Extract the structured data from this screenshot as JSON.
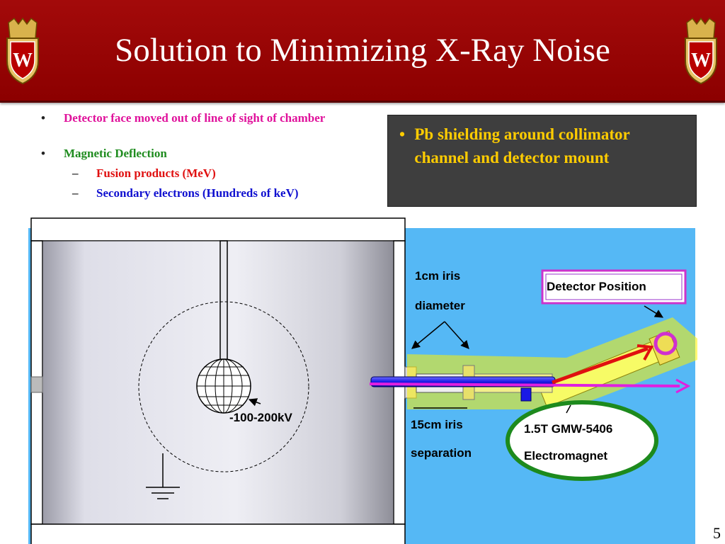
{
  "slide": {
    "title": "Solution to Minimizing X-Ray Noise",
    "page_number": "5"
  },
  "left_bullets": [
    {
      "text": "Detector face moved out of line of sight of chamber",
      "level": 1,
      "color": "#e0119b"
    },
    {
      "text": "Magnetic Deflection",
      "level": 1,
      "color": "#1f8c1f"
    },
    {
      "text": "Fusion products (MeV)",
      "level": 2,
      "color": "#e01010"
    },
    {
      "text": "Secondary electrons (Hundreds of keV)",
      "level": 2,
      "color": "#1010d0"
    }
  ],
  "right_box": {
    "text": "Pb shielding around collimator channel and detector mount",
    "color": "#ffcc00"
  },
  "diagram": {
    "voltage_label": "-100-200kV",
    "iris_diameter": [
      "1cm iris",
      "diameter"
    ],
    "iris_separation": [
      "15cm iris",
      "separation"
    ],
    "detector_position": "Detector Position",
    "magnet": [
      "1.5T GMW-5406",
      "Electromagnet"
    ]
  },
  "colors": {
    "header_red": "#9b0000",
    "diagram_bg": "#55b8f5",
    "magnet_ring": "#1d8a1d",
    "detector_box": "#cc33cc",
    "beam_blue": "#1a1ae6",
    "beam_magenta": "#e020e0",
    "beam_red": "#e01010"
  },
  "icons": [
    "uw-crest-icon",
    "ground-symbol-icon",
    "sphere-grid-icon"
  ]
}
